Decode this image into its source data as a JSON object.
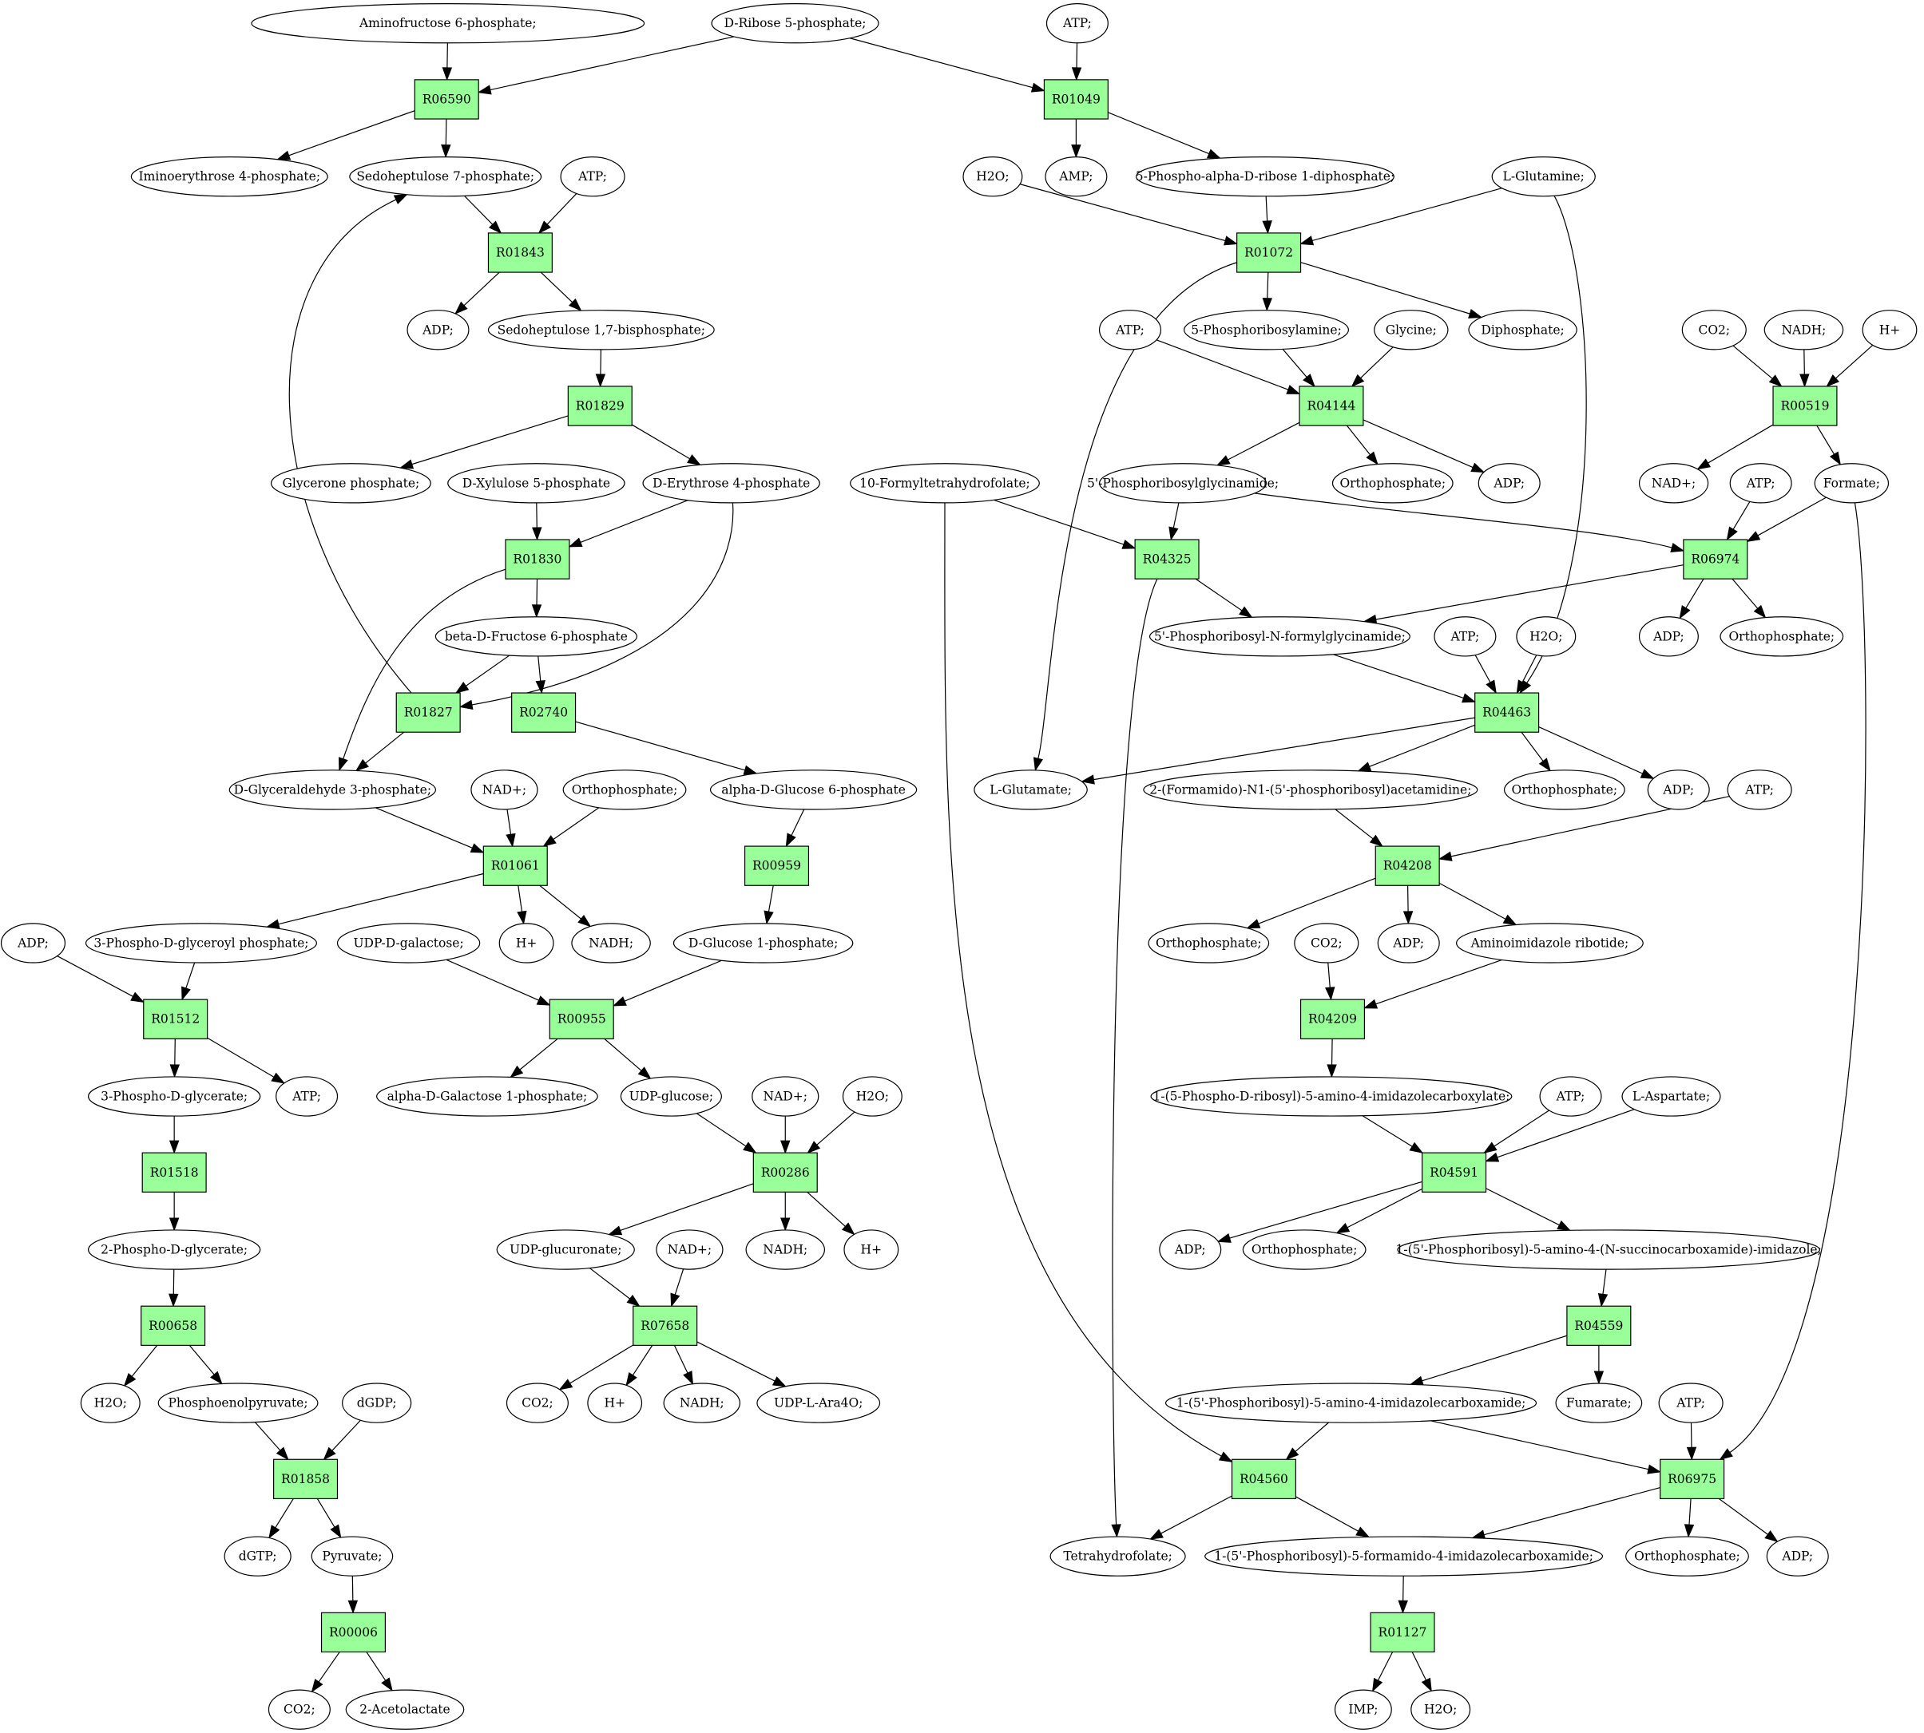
{
  "colors": {
    "reaction_fill": "#99ff99",
    "start_fill": "#00e000",
    "end_fill": "#ffff00",
    "compound_fill": "#ffffff",
    "stroke": "#000000"
  },
  "nodes": [
    {
      "id": "c_amf6p",
      "label": "Aminofructose 6-phosphate;",
      "type": "compound"
    },
    {
      "id": "c_r5p",
      "label": "D-Ribose 5-phosphate;",
      "type": "compound",
      "highlight": "start"
    },
    {
      "id": "c_atp1",
      "label": "ATP;",
      "type": "compound"
    },
    {
      "id": "r06590",
      "label": "R06590",
      "type": "reaction"
    },
    {
      "id": "r01049",
      "label": "R01049",
      "type": "reaction"
    },
    {
      "id": "c_iminoe4p",
      "label": "Iminoerythrose 4-phosphate;",
      "type": "compound"
    },
    {
      "id": "c_s7p",
      "label": "Sedoheptulose 7-phosphate;",
      "type": "compound"
    },
    {
      "id": "c_atp2",
      "label": "ATP;",
      "type": "compound"
    },
    {
      "id": "c_h2o1",
      "label": "H2O;",
      "type": "compound"
    },
    {
      "id": "c_amp",
      "label": "AMP;",
      "type": "compound"
    },
    {
      "id": "c_prpp",
      "label": "5-Phospho-alpha-D-ribose 1-diphosphate;",
      "type": "compound"
    },
    {
      "id": "c_gln",
      "label": "L-Glutamine;",
      "type": "compound"
    },
    {
      "id": "r01843",
      "label": "R01843",
      "type": "reaction"
    },
    {
      "id": "r01072",
      "label": "R01072",
      "type": "reaction"
    },
    {
      "id": "c_adp1",
      "label": "ADP;",
      "type": "compound"
    },
    {
      "id": "c_sbp",
      "label": "Sedoheptulose 1,7-bisphosphate;",
      "type": "compound"
    },
    {
      "id": "c_atp3",
      "label": "ATP;",
      "type": "compound"
    },
    {
      "id": "c_pra",
      "label": "5-Phosphoribosylamine;",
      "type": "compound"
    },
    {
      "id": "c_gly",
      "label": "Glycine;",
      "type": "compound"
    },
    {
      "id": "c_ppi",
      "label": "Diphosphate;",
      "type": "compound"
    },
    {
      "id": "c_co2a",
      "label": "CO2;",
      "type": "compound"
    },
    {
      "id": "c_nadh1",
      "label": "NADH;",
      "type": "compound"
    },
    {
      "id": "c_hp1",
      "label": "H+",
      "type": "compound"
    },
    {
      "id": "r01829",
      "label": "R01829",
      "type": "reaction"
    },
    {
      "id": "r04144",
      "label": "R04144",
      "type": "reaction"
    },
    {
      "id": "r00519",
      "label": "R00519",
      "type": "reaction"
    },
    {
      "id": "c_dhap",
      "label": "Glycerone phosphate;",
      "type": "compound"
    },
    {
      "id": "c_xu5p",
      "label": "D-Xylulose 5-phosphate",
      "type": "compound"
    },
    {
      "id": "c_e4p",
      "label": "D-Erythrose 4-phosphate",
      "type": "compound"
    },
    {
      "id": "c_thf10",
      "label": "10-Formyltetrahydrofolate;",
      "type": "compound"
    },
    {
      "id": "c_gar",
      "label": "5'-Phosphoribosylglycinamide;",
      "type": "compound"
    },
    {
      "id": "c_pi1",
      "label": "Orthophosphate;",
      "type": "compound"
    },
    {
      "id": "c_adp2",
      "label": "ADP;",
      "type": "compound"
    },
    {
      "id": "c_nadp1",
      "label": "NAD+;",
      "type": "compound"
    },
    {
      "id": "c_atp4",
      "label": "ATP;",
      "type": "compound"
    },
    {
      "id": "c_formate",
      "label": "Formate;",
      "type": "compound"
    },
    {
      "id": "r01830",
      "label": "R01830",
      "type": "reaction"
    },
    {
      "id": "r04325",
      "label": "R04325",
      "type": "reaction"
    },
    {
      "id": "r06974",
      "label": "R06974",
      "type": "reaction"
    },
    {
      "id": "c_bf6p",
      "label": "beta-D-Fructose 6-phosphate",
      "type": "compound"
    },
    {
      "id": "c_fgar",
      "label": "5'-Phosphoribosyl-N-formylglycinamide;",
      "type": "compound"
    },
    {
      "id": "c_atp5",
      "label": "ATP;",
      "type": "compound"
    },
    {
      "id": "c_h2o2",
      "label": "H2O;",
      "type": "compound"
    },
    {
      "id": "c_adp3",
      "label": "ADP;",
      "type": "compound"
    },
    {
      "id": "c_pi2",
      "label": "Orthophosphate;",
      "type": "compound"
    },
    {
      "id": "r01827",
      "label": "R01827",
      "type": "reaction"
    },
    {
      "id": "r02740",
      "label": "R02740",
      "type": "reaction"
    },
    {
      "id": "r04463",
      "label": "R04463",
      "type": "reaction"
    },
    {
      "id": "c_gap",
      "label": "D-Glyceraldehyde 3-phosphate;",
      "type": "compound"
    },
    {
      "id": "c_nadp2",
      "label": "NAD+;",
      "type": "compound"
    },
    {
      "id": "c_pi3",
      "label": "Orthophosphate;",
      "type": "compound"
    },
    {
      "id": "c_ag6p",
      "label": "alpha-D-Glucose 6-phosphate",
      "type": "compound"
    },
    {
      "id": "c_glu",
      "label": "L-Glutamate;",
      "type": "compound"
    },
    {
      "id": "c_fgam",
      "label": "2-(Formamido)-N1-(5'-phosphoribosyl)acetamidine;",
      "type": "compound"
    },
    {
      "id": "c_pi4",
      "label": "Orthophosphate;",
      "type": "compound"
    },
    {
      "id": "c_adp4",
      "label": "ADP;",
      "type": "compound"
    },
    {
      "id": "c_atp6",
      "label": "ATP;",
      "type": "compound"
    },
    {
      "id": "r01061",
      "label": "R01061",
      "type": "reaction"
    },
    {
      "id": "r00959",
      "label": "R00959",
      "type": "reaction"
    },
    {
      "id": "r04208",
      "label": "R04208",
      "type": "reaction"
    },
    {
      "id": "c_adp5",
      "label": "ADP;",
      "type": "compound"
    },
    {
      "id": "c_bpg",
      "label": "3-Phospho-D-glyceroyl phosphate;",
      "type": "compound"
    },
    {
      "id": "c_udpgal",
      "label": "UDP-D-galactose;",
      "type": "compound"
    },
    {
      "id": "c_hp2",
      "label": "H+",
      "type": "compound"
    },
    {
      "id": "c_nadh2",
      "label": "NADH;",
      "type": "compound"
    },
    {
      "id": "c_g1p",
      "label": "D-Glucose 1-phosphate;",
      "type": "compound"
    },
    {
      "id": "c_pi5",
      "label": "Orthophosphate;",
      "type": "compound"
    },
    {
      "id": "c_co2b",
      "label": "CO2;",
      "type": "compound"
    },
    {
      "id": "c_adp6",
      "label": "ADP;",
      "type": "compound"
    },
    {
      "id": "c_air",
      "label": "Aminoimidazole ribotide;",
      "type": "compound"
    },
    {
      "id": "r01512",
      "label": "R01512",
      "type": "reaction"
    },
    {
      "id": "r00955",
      "label": "R00955",
      "type": "reaction"
    },
    {
      "id": "r04209",
      "label": "R04209",
      "type": "reaction"
    },
    {
      "id": "c_3pg",
      "label": "3-Phospho-D-glycerate;",
      "type": "compound"
    },
    {
      "id": "c_atp7",
      "label": "ATP;",
      "type": "compound"
    },
    {
      "id": "c_agal1p",
      "label": "alpha-D-Galactose 1-phosphate;",
      "type": "compound"
    },
    {
      "id": "c_udpglc",
      "label": "UDP-glucose;",
      "type": "compound"
    },
    {
      "id": "c_nadp3",
      "label": "NAD+;",
      "type": "compound"
    },
    {
      "id": "c_h2o3",
      "label": "H2O;",
      "type": "compound"
    },
    {
      "id": "c_cair",
      "label": "1-(5-Phospho-D-ribosyl)-5-amino-4-imidazolecarboxylate;",
      "type": "compound"
    },
    {
      "id": "c_atp8",
      "label": "ATP;",
      "type": "compound"
    },
    {
      "id": "c_asp",
      "label": "L-Aspartate;",
      "type": "compound"
    },
    {
      "id": "r01518",
      "label": "R01518",
      "type": "reaction"
    },
    {
      "id": "r00286",
      "label": "R00286",
      "type": "reaction"
    },
    {
      "id": "r04591",
      "label": "R04591",
      "type": "reaction"
    },
    {
      "id": "c_2pg",
      "label": "2-Phospho-D-glycerate;",
      "type": "compound"
    },
    {
      "id": "c_udpgla",
      "label": "UDP-glucuronate;",
      "type": "compound"
    },
    {
      "id": "c_nadp4",
      "label": "NAD+;",
      "type": "compound"
    },
    {
      "id": "c_nadh3",
      "label": "NADH;",
      "type": "compound"
    },
    {
      "id": "c_hp3",
      "label": "H+",
      "type": "compound"
    },
    {
      "id": "c_adp7",
      "label": "ADP;",
      "type": "compound"
    },
    {
      "id": "c_pi6",
      "label": "Orthophosphate;",
      "type": "compound"
    },
    {
      "id": "c_saicar",
      "label": "1-(5'-Phosphoribosyl)-5-amino-4-(N-succinocarboxamide)-imidazole;",
      "type": "compound"
    },
    {
      "id": "r00658",
      "label": "R00658",
      "type": "reaction"
    },
    {
      "id": "r07658",
      "label": "R07658",
      "type": "reaction"
    },
    {
      "id": "r04559",
      "label": "R04559",
      "type": "reaction"
    },
    {
      "id": "c_h2o4",
      "label": "H2O;",
      "type": "compound"
    },
    {
      "id": "c_pep",
      "label": "Phosphoenolpyruvate;",
      "type": "compound"
    },
    {
      "id": "c_dgdp",
      "label": "dGDP;",
      "type": "compound"
    },
    {
      "id": "c_co2c",
      "label": "CO2;",
      "type": "compound"
    },
    {
      "id": "c_hp4",
      "label": "H+",
      "type": "compound"
    },
    {
      "id": "c_nadh4",
      "label": "NADH;",
      "type": "compound"
    },
    {
      "id": "c_udpara",
      "label": "UDP-L-Ara4O;",
      "type": "compound"
    },
    {
      "id": "c_aicar",
      "label": "1-(5'-Phosphoribosyl)-5-amino-4-imidazolecarboxamide;",
      "type": "compound"
    },
    {
      "id": "c_fum",
      "label": "Fumarate;",
      "type": "compound"
    },
    {
      "id": "c_atp9",
      "label": "ATP;",
      "type": "compound"
    },
    {
      "id": "r01858",
      "label": "R01858",
      "type": "reaction"
    },
    {
      "id": "r04560",
      "label": "R04560",
      "type": "reaction"
    },
    {
      "id": "r06975",
      "label": "R06975",
      "type": "reaction"
    },
    {
      "id": "c_dgtp",
      "label": "dGTP;",
      "type": "compound"
    },
    {
      "id": "c_pyr",
      "label": "Pyruvate;",
      "type": "compound"
    },
    {
      "id": "c_thf",
      "label": "Tetrahydrofolate;",
      "type": "compound"
    },
    {
      "id": "c_faicar",
      "label": "1-(5'-Phosphoribosyl)-5-formamido-4-imidazolecarboxamide;",
      "type": "compound"
    },
    {
      "id": "c_pi7",
      "label": "Orthophosphate;",
      "type": "compound"
    },
    {
      "id": "c_adp8",
      "label": "ADP;",
      "type": "compound"
    },
    {
      "id": "r00006",
      "label": "R00006",
      "type": "reaction"
    },
    {
      "id": "r01127",
      "label": "R01127",
      "type": "reaction"
    },
    {
      "id": "c_co2d",
      "label": "CO2;",
      "type": "compound"
    },
    {
      "id": "c_acetolactate",
      "label": "2-Acetolactate",
      "type": "compound"
    },
    {
      "id": "c_imp",
      "label": "IMP;",
      "type": "compound",
      "highlight": "end"
    },
    {
      "id": "c_h2o5",
      "label": "H2O;",
      "type": "compound"
    }
  ],
  "edges": [
    [
      "c_amf6p",
      "r06590"
    ],
    [
      "c_r5p",
      "r06590"
    ],
    [
      "r06590",
      "c_iminoe4p"
    ],
    [
      "r06590",
      "c_s7p"
    ],
    [
      "c_r5p",
      "r01049"
    ],
    [
      "c_atp1",
      "r01049"
    ],
    [
      "r01049",
      "c_amp"
    ],
    [
      "r01049",
      "c_prpp"
    ],
    [
      "c_s7p",
      "r01843"
    ],
    [
      "c_atp2",
      "r01843"
    ],
    [
      "r01843",
      "c_adp1"
    ],
    [
      "r01843",
      "c_sbp"
    ],
    [
      "c_sbp",
      "r01829"
    ],
    [
      "r01829",
      "c_dhap"
    ],
    [
      "r01829",
      "c_e4p"
    ],
    [
      "c_xu5p",
      "r01830"
    ],
    [
      "c_e4p",
      "r01830"
    ],
    [
      "r01830",
      "c_bf6p"
    ],
    [
      "r01830",
      "c_gap"
    ],
    [
      "c_bf6p",
      "r01827"
    ],
    [
      "c_e4p",
      "r01827"
    ],
    [
      "r01827",
      "c_s7p"
    ],
    [
      "r01827",
      "c_gap"
    ],
    [
      "c_bf6p",
      "r02740"
    ],
    [
      "r02740",
      "c_ag6p"
    ],
    [
      "c_gap",
      "r01061"
    ],
    [
      "c_nadp2",
      "r01061"
    ],
    [
      "c_pi3",
      "r01061"
    ],
    [
      "r01061",
      "c_bpg"
    ],
    [
      "r01061",
      "c_hp2"
    ],
    [
      "r01061",
      "c_nadh2"
    ],
    [
      "c_ag6p",
      "r00959"
    ],
    [
      "r00959",
      "c_g1p"
    ],
    [
      "c_adp5",
      "r01512"
    ],
    [
      "c_bpg",
      "r01512"
    ],
    [
      "r01512",
      "c_3pg"
    ],
    [
      "r01512",
      "c_atp7"
    ],
    [
      "c_udpgal",
      "r00955"
    ],
    [
      "c_g1p",
      "r00955"
    ],
    [
      "r00955",
      "c_agal1p"
    ],
    [
      "r00955",
      "c_udpglc"
    ],
    [
      "c_3pg",
      "r01518"
    ],
    [
      "r01518",
      "c_2pg"
    ],
    [
      "c_udpglc",
      "r00286"
    ],
    [
      "c_nadp3",
      "r00286"
    ],
    [
      "c_h2o3",
      "r00286"
    ],
    [
      "r00286",
      "c_udpgla"
    ],
    [
      "r00286",
      "c_nadh3"
    ],
    [
      "r00286",
      "c_hp3"
    ],
    [
      "c_2pg",
      "r00658"
    ],
    [
      "r00658",
      "c_h2o4"
    ],
    [
      "r00658",
      "c_pep"
    ],
    [
      "c_udpgla",
      "r07658"
    ],
    [
      "c_nadp4",
      "r07658"
    ],
    [
      "r07658",
      "c_co2c"
    ],
    [
      "r07658",
      "c_hp4"
    ],
    [
      "r07658",
      "c_nadh4"
    ],
    [
      "r07658",
      "c_udpara"
    ],
    [
      "c_pep",
      "r01858"
    ],
    [
      "c_dgdp",
      "r01858"
    ],
    [
      "r01858",
      "c_dgtp"
    ],
    [
      "r01858",
      "c_pyr"
    ],
    [
      "c_pyr",
      "r00006"
    ],
    [
      "r00006",
      "c_co2d"
    ],
    [
      "r00006",
      "c_acetolactate"
    ],
    [
      "c_h2o1",
      "r01072"
    ],
    [
      "c_prpp",
      "r01072"
    ],
    [
      "c_gln",
      "r01072"
    ],
    [
      "r01072",
      "c_pra"
    ],
    [
      "r01072",
      "c_ppi"
    ],
    [
      "r01072",
      "c_glu"
    ],
    [
      "c_atp3",
      "r04144"
    ],
    [
      "c_pra",
      "r04144"
    ],
    [
      "c_gly",
      "r04144"
    ],
    [
      "r04144",
      "c_gar"
    ],
    [
      "r04144",
      "c_pi1"
    ],
    [
      "r04144",
      "c_adp2"
    ],
    [
      "c_co2a",
      "r00519"
    ],
    [
      "c_nadh1",
      "r00519"
    ],
    [
      "c_hp1",
      "r00519"
    ],
    [
      "r00519",
      "c_nadp1"
    ],
    [
      "r00519",
      "c_formate"
    ],
    [
      "c_thf10",
      "r04325"
    ],
    [
      "c_gar",
      "r04325"
    ],
    [
      "r04325",
      "c_fgar"
    ],
    [
      "r04325",
      "c_thf"
    ],
    [
      "c_gar",
      "r06974"
    ],
    [
      "c_atp4",
      "r06974"
    ],
    [
      "c_formate",
      "r06974"
    ],
    [
      "r06974",
      "c_fgar"
    ],
    [
      "r06974",
      "c_adp3"
    ],
    [
      "r06974",
      "c_pi2"
    ],
    [
      "c_fgar",
      "r04463"
    ],
    [
      "c_atp5",
      "r04463"
    ],
    [
      "c_h2o2",
      "r04463"
    ],
    [
      "c_gln",
      "r04463"
    ],
    [
      "r04463",
      "c_glu"
    ],
    [
      "r04463",
      "c_fgam"
    ],
    [
      "r04463",
      "c_pi4"
    ],
    [
      "r04463",
      "c_adp4"
    ],
    [
      "c_fgam",
      "r04208"
    ],
    [
      "c_atp6",
      "r04208"
    ],
    [
      "r04208",
      "c_pi5"
    ],
    [
      "r04208",
      "c_adp6"
    ],
    [
      "r04208",
      "c_air"
    ],
    [
      "c_co2b",
      "r04209"
    ],
    [
      "c_air",
      "r04209"
    ],
    [
      "r04209",
      "c_cair"
    ],
    [
      "c_cair",
      "r04591"
    ],
    [
      "c_atp8",
      "r04591"
    ],
    [
      "c_asp",
      "r04591"
    ],
    [
      "r04591",
      "c_adp7"
    ],
    [
      "r04591",
      "c_pi6"
    ],
    [
      "r04591",
      "c_saicar"
    ],
    [
      "c_saicar",
      "r04559"
    ],
    [
      "r04559",
      "c_aicar"
    ],
    [
      "r04559",
      "c_fum"
    ],
    [
      "c_thf10",
      "r04560"
    ],
    [
      "c_aicar",
      "r04560"
    ],
    [
      "r04560",
      "c_thf"
    ],
    [
      "r04560",
      "c_faicar"
    ],
    [
      "c_aicar",
      "r06975"
    ],
    [
      "c_atp9",
      "r06975"
    ],
    [
      "c_formate",
      "r06975"
    ],
    [
      "r06975",
      "c_faicar"
    ],
    [
      "r06975",
      "c_pi7"
    ],
    [
      "r06975",
      "c_adp8"
    ],
    [
      "c_faicar",
      "r01127"
    ],
    [
      "r01127",
      "c_imp"
    ],
    [
      "r01127",
      "c_h2o5"
    ]
  ]
}
